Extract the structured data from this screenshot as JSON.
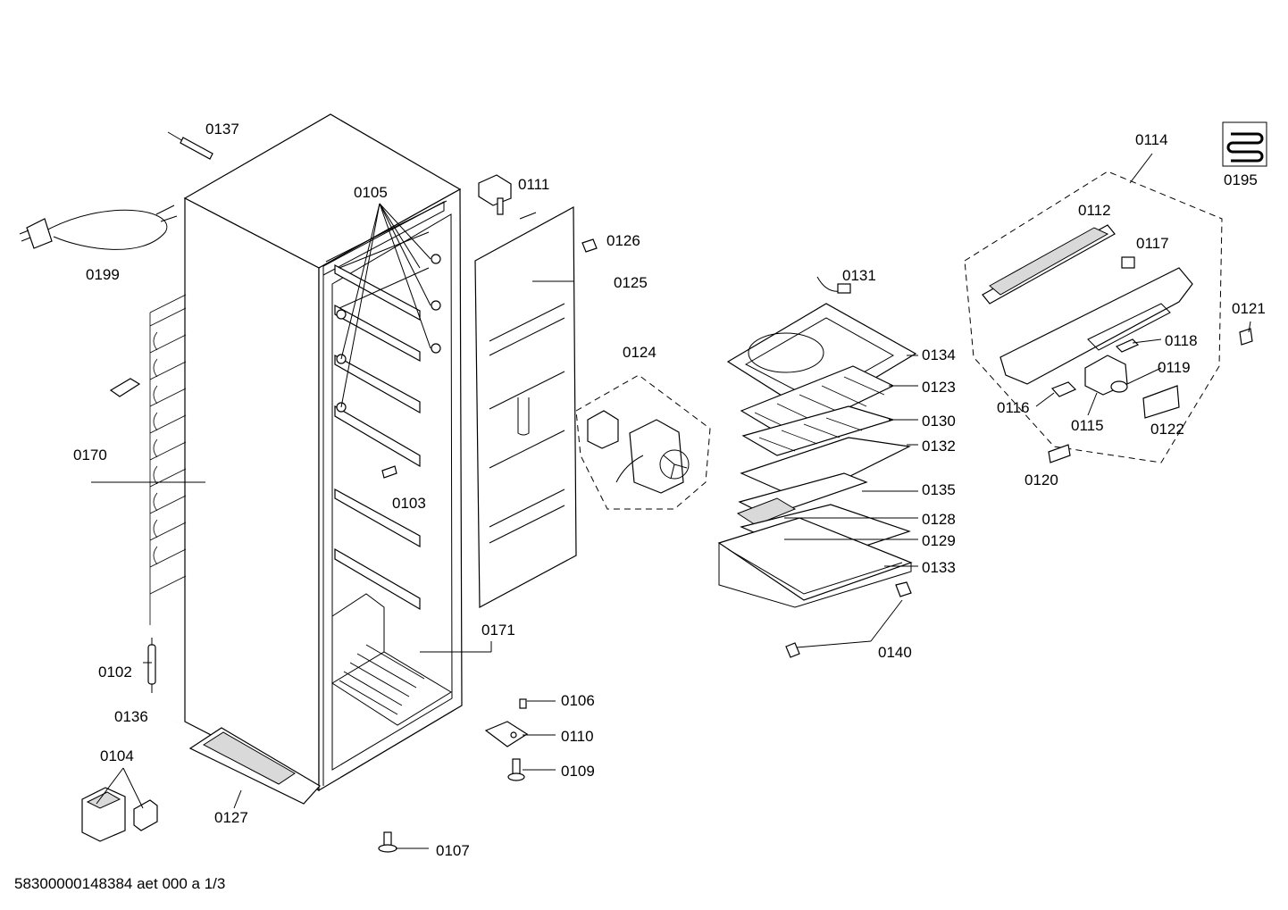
{
  "labels": {
    "p0137": "0137",
    "p0199": "0199",
    "p0105": "0105",
    "p0111": "0111",
    "p0126": "0126",
    "p0125": "0125",
    "p0124": "0124",
    "p0131": "0131",
    "p0114": "0114",
    "p0195": "0195",
    "p0112": "0112",
    "p0117": "0117",
    "p0121": "0121",
    "p0118": "0118",
    "p0119": "0119",
    "p0116": "0116",
    "p0115": "0115",
    "p0122": "0122",
    "p0120": "0120",
    "p0134": "0134",
    "p0123": "0123",
    "p0130": "0130",
    "p0132": "0132",
    "p0135": "0135",
    "p0128": "0128",
    "p0129": "0129",
    "p0133": "0133",
    "p0140": "0140",
    "p0170": "0170",
    "p0103": "0103",
    "p0171": "0171",
    "p0102": "0102",
    "p0136": "0136",
    "p0104": "0104",
    "p0127": "0127",
    "p0107": "0107",
    "p0106": "0106",
    "p0110": "0110",
    "p0109": "0109"
  },
  "document_code": "58300000148384 aet 000 a 1/3"
}
